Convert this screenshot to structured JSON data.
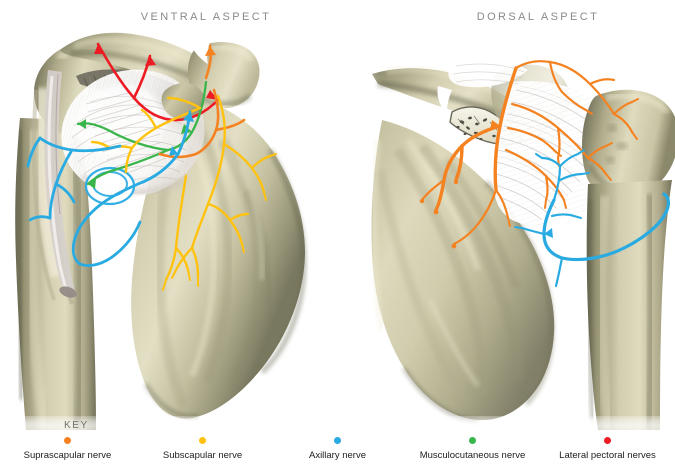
{
  "panels": [
    {
      "id": "ventral",
      "title": "VENTRAL ASPECT"
    },
    {
      "id": "dorsal",
      "title": "DORSAL ASPECT"
    }
  ],
  "key": {
    "label": "KEY",
    "items": [
      {
        "name": "Suprascapular nerve",
        "color": "#F58220"
      },
      {
        "name": "Subscapular nerve",
        "color": "#FFC20E"
      },
      {
        "name": "Axillary nerve",
        "color": "#29ABE2"
      },
      {
        "name": "Musculocutaneous nerve",
        "color": "#39B54A"
      },
      {
        "name": "Lateral pectoral nerves",
        "color": "#ED1C24"
      }
    ]
  },
  "palette": {
    "background": "#FFFFFF",
    "title_text": "#8A8A8A",
    "key_text": "#6F6F6F",
    "legend_text": "#1D1D1D",
    "bone_light": "#EDE8CF",
    "bone_mid": "#C9C4A3",
    "bone_dark": "#8E8B6E",
    "bone_shadow": "#6B6A54",
    "cartilage": "#F3EFF0",
    "tendon_white": "#FFFFFF",
    "trabecular": "#5A5A52"
  },
  "illustration": {
    "subject": "Shoulder girdle nerve supply",
    "ventral": {
      "structures": [
        "clavicle",
        "acromion",
        "coracoid process",
        "humerus head",
        "glenohumeral joint capsule",
        "scapula body",
        "humeral shaft"
      ],
      "nerves": [
        "Lateral pectoral nerves",
        "Suprascapular nerve",
        "Musculocutaneous nerve",
        "Axillary nerve",
        "Subscapular nerve"
      ]
    },
    "dorsal": {
      "structures": [
        "cut clavicle cross-section",
        "spine of scapula",
        "acromion",
        "infraspinatus fossa",
        "humerus head",
        "humeral shaft",
        "scapula body"
      ],
      "nerves": [
        "Suprascapular nerve",
        "Axillary nerve"
      ]
    }
  }
}
